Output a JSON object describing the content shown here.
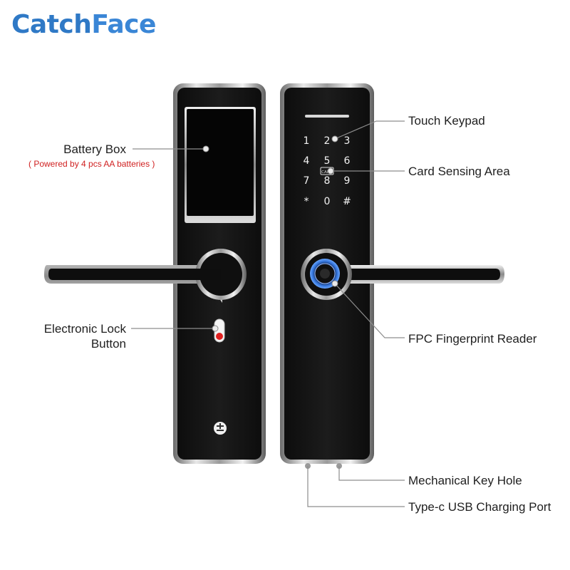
{
  "brand": {
    "part1": "Catch",
    "part2": "Face"
  },
  "callouts": {
    "battery_box": "Battery Box",
    "battery_note": "( Powered by 4 pcs AA batteries )",
    "touch_keypad": "Touch Keypad",
    "card_sensing": "Card Sensing Area",
    "electronic_lock_line1": "Electronic Lock",
    "electronic_lock_line2": "Button",
    "fingerprint_reader": "FPC Fingerprint Reader",
    "mechanical_key_hole": "Mechanical Key Hole",
    "usb_port": "Type-c USB Charging Port"
  },
  "keypad": {
    "keys": [
      "1",
      "2",
      "3",
      "4",
      "5",
      "6",
      "7",
      "8",
      "9",
      "*",
      "0",
      "#"
    ],
    "card_icon_text": "CARD"
  },
  "colors": {
    "brand": "#2f79c6",
    "panel": "#141414",
    "note": "#d02020",
    "fingerprint_ring": "#2f6fd6",
    "lock_button_dot": "#e02020"
  }
}
